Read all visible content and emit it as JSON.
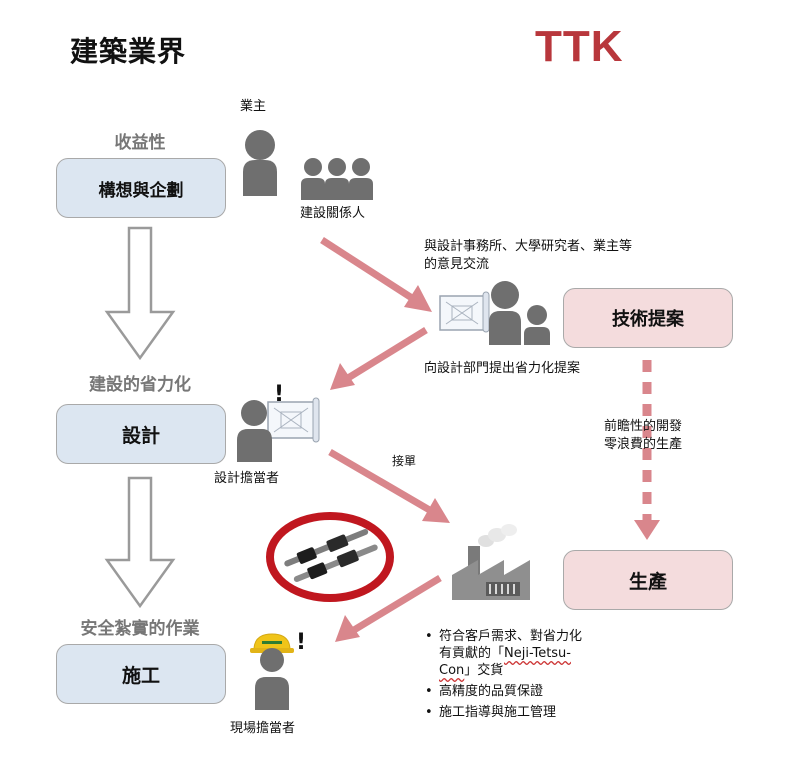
{
  "header": {
    "industry_title": "建築業界",
    "company_title": "TTK"
  },
  "left_column": {
    "stages": [
      {
        "label": "收益性",
        "box": "構想與企劃"
      },
      {
        "label": "建設的省力化",
        "box": "設計"
      },
      {
        "label": "安全紮實的作業",
        "box": "施工"
      }
    ]
  },
  "actors": {
    "owner": "業主",
    "stakeholders": "建設關係人",
    "designer": "設計擔當者",
    "site_manager": "現場擔當者",
    "alert_mark": "!"
  },
  "annotations": {
    "exchange_line1": "與設計事務所、大學研究者、業主等",
    "exchange_line2": "的意見交流",
    "proposal_to_design": "向設計部門提出省力化提案",
    "order": "接單",
    "forward_line1": "前瞻性的開發",
    "forward_line2": "零浪費的生產"
  },
  "ttk_boxes": {
    "tech_proposal": "技術提案",
    "production": "生產"
  },
  "bullets": {
    "item1_line1": "符合客戶需求、對省力化",
    "item1_line2_pre": "有貢獻的「",
    "item1_product": "Neji-Tetsu-",
    "item1_line3_product": "Con",
    "item1_line3_post": "」交貨",
    "item2": "高精度的品質保證",
    "item3": "施工指導與施工管理"
  },
  "colors": {
    "brand_red": "#b8373c",
    "flow_arrow": "#d9868c",
    "box_blue": "#dce6f1",
    "box_pink": "#f4dcdd",
    "stage_gray": "#777777"
  }
}
